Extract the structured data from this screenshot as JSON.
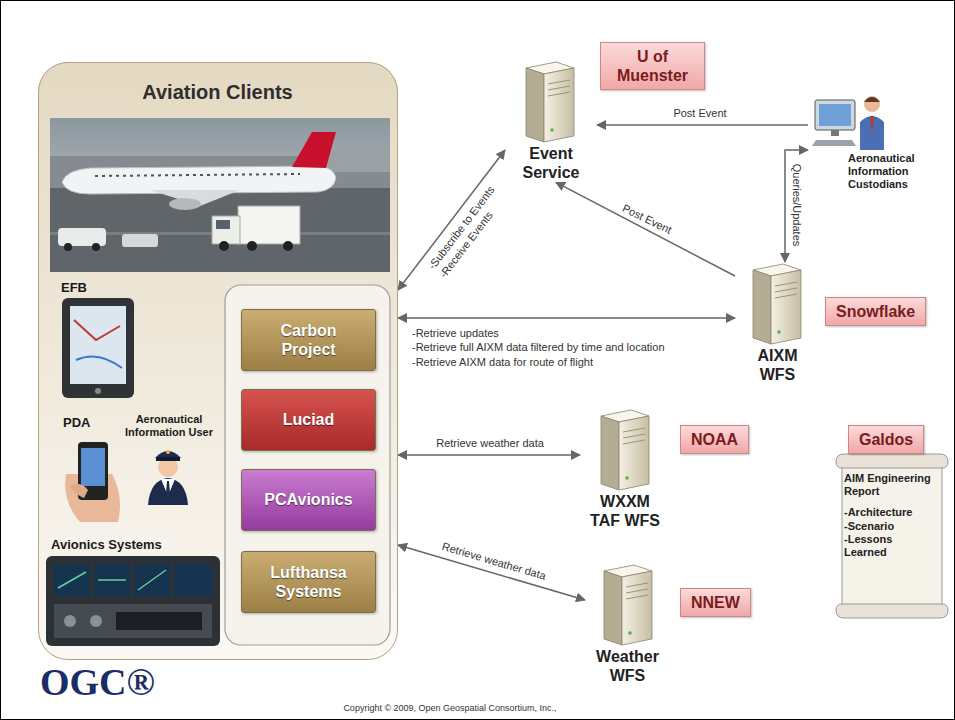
{
  "diagram": {
    "nodes": [
      {
        "text": [
          "Aviation Clients",
          "EFB",
          "PDA",
          "Aeronautical Information User",
          "Avionics Systems"
        ]
      },
      {
        "text": [
          "Carbon Project"
        ],
        "in": 0
      },
      {
        "text": [
          "Luciad"
        ],
        "in": 0
      },
      {
        "text": [
          "PCAvionics"
        ],
        "in": 0
      },
      {
        "text": [
          "Lufthansa Systems"
        ],
        "in": 0
      },
      {
        "text": [
          "U of Muenster"
        ]
      },
      {
        "text": [
          "Event Service"
        ]
      },
      {
        "text": [
          "Aeronautical Information Custodians"
        ]
      },
      {
        "text": [
          "Snowflake"
        ]
      },
      {
        "text": [
          "AIXM WFS"
        ]
      },
      {
        "text": [
          "NOAA"
        ]
      },
      {
        "text": [
          "WXXM TAF WFS"
        ]
      },
      {
        "text": [
          "Galdos"
        ]
      },
      {
        "text": [
          "AIM Engineering Report",
          "-Architecture",
          "-Scenario",
          "-Lessons Learned"
        ]
      },
      {
        "text": [
          "NNEW"
        ]
      },
      {
        "text": [
          "Weather WFS"
        ]
      }
    ],
    "edges": [
      {
        "from": 7,
        "to": 6,
        "arrow": "to",
        "label": "Post Event"
      },
      {
        "from": 7,
        "to": 9,
        "arrow": "both",
        "label": "Queries/Updates"
      },
      {
        "from": 9,
        "to": 6,
        "arrow": "to",
        "label": "Post Event"
      },
      {
        "from": 0,
        "to": 6,
        "arrow": "both",
        "label": "-Subscribe to Events -Receive Events"
      },
      {
        "from": 0,
        "to": 9,
        "arrow": "both",
        "label": "-Retrieve updates -Retrieve full AIXM data filtered by time and location -Retrieve AIXM data for route of flight"
      },
      {
        "from": 0,
        "to": 11,
        "arrow": "both",
        "label": "Retrieve weather data"
      },
      {
        "from": 0,
        "to": 15,
        "arrow": "both",
        "label": "Retrieve weather data"
      }
    ],
    "labels": [
      "OGC®",
      "Copyright © 2009, Open Geospatial Consortium, Inc.,"
    ]
  }
}
